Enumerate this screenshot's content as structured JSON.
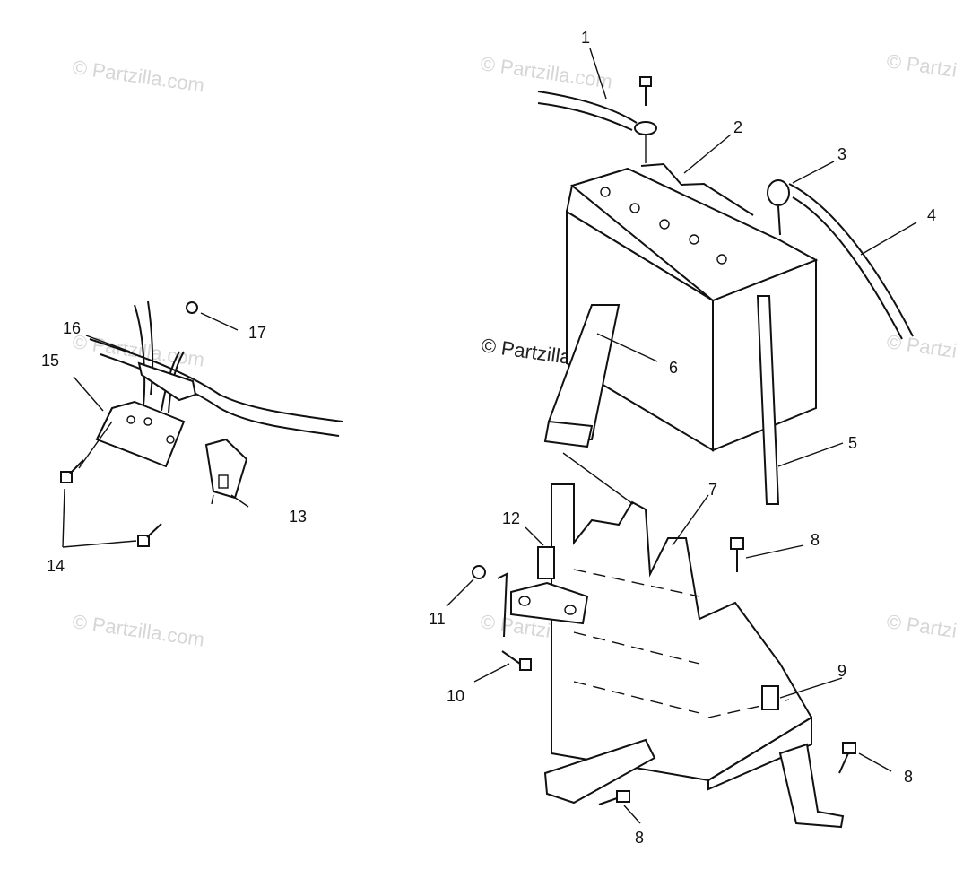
{
  "callouts": {
    "c1": "1",
    "c2": "2",
    "c3": "3",
    "c4": "4",
    "c5": "5",
    "c6": "6",
    "c7": "7",
    "c8a": "8",
    "c8b": "8",
    "c8c": "8",
    "c9": "9",
    "c10": "10",
    "c11": "11",
    "c12": "12",
    "c13": "13",
    "c14": "14",
    "c15": "15",
    "c16": "16",
    "c17": "17"
  },
  "watermarks": {
    "faint": "© Partzilla.com",
    "faint_partial": "© Partzi",
    "main": "© Partzilla.com"
  },
  "colors": {
    "line": "#111111",
    "watermark": "#d6d6d6"
  }
}
